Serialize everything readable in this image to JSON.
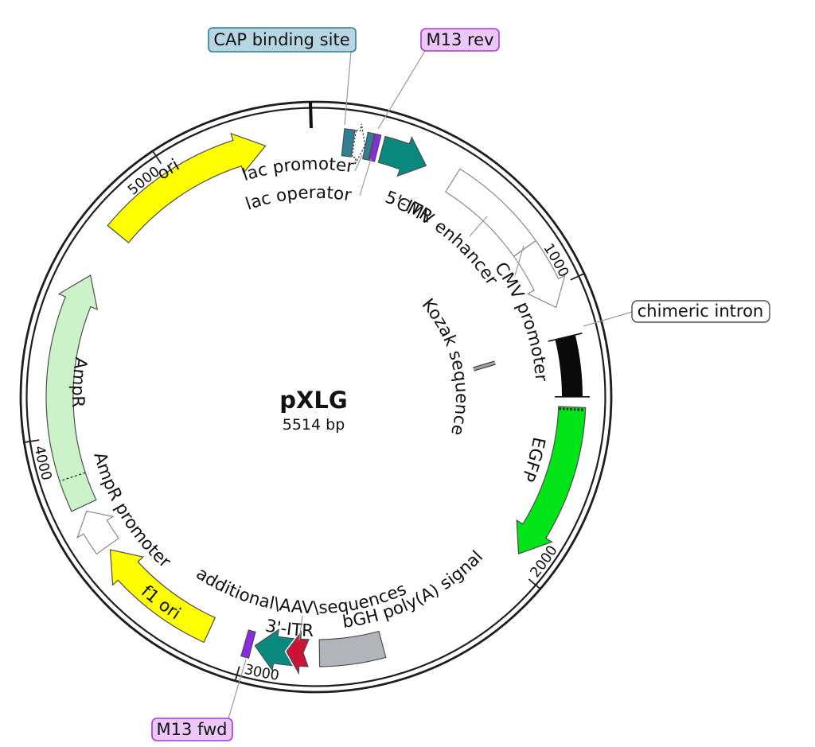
{
  "title": {
    "name": "pXLG",
    "size": "5514 bp"
  },
  "plasmid": {
    "length_bp": 5514,
    "ticks": [
      {
        "pos": 1000,
        "label": "1000"
      },
      {
        "pos": 2000,
        "label": "2000"
      },
      {
        "pos": 3000,
        "label": "3000"
      },
      {
        "pos": 4000,
        "label": "4000"
      },
      {
        "pos": 5000,
        "label": "5000"
      }
    ],
    "features": [
      {
        "key": "cap",
        "name": "CAP binding site",
        "start": 93,
        "end": 127,
        "type": "box",
        "fill": "#2F8095"
      },
      {
        "key": "lac_promoter",
        "name": "lac promoter",
        "start": 131,
        "end": 169,
        "type": "arrow",
        "head": 24,
        "fill": "#FFFFFF",
        "dashed": true
      },
      {
        "key": "lac_operator",
        "name": "lac operator",
        "start": 170,
        "end": 191,
        "type": "box",
        "fill": "#2F8095"
      },
      {
        "key": "m13_rev",
        "name": "M13 rev",
        "start": 194,
        "end": 214,
        "type": "box",
        "fill": "#8A2BE2"
      },
      {
        "key": "itr5",
        "name": "5'-ITR",
        "start": 228,
        "end": 390,
        "type": "arrow",
        "head": 80,
        "fill": "#0A8A7E"
      },
      {
        "key": "cmv_enhancer",
        "name": "CMV enhancer",
        "start": 494,
        "end": 836,
        "type": "box",
        "fill": "#FFFFFF",
        "stroke": "#8a8a8a"
      },
      {
        "key": "cmv_promoter",
        "name": "CMV promoter",
        "start": 836,
        "end": 1065,
        "type": "arrow",
        "head": 85,
        "fill": "#FFFFFF",
        "stroke": "#8a8a8a"
      },
      {
        "key": "chimeric_intron",
        "name": "chimeric intron",
        "start": 1172,
        "end": 1378,
        "type": "bar",
        "fill": "#0a0a0a"
      },
      {
        "key": "egfp",
        "name": "EGFP",
        "start": 1413,
        "end": 1957,
        "type": "arrow",
        "head": 95,
        "fill": "#00E418",
        "start_dotted": true
      },
      {
        "key": "bgh",
        "name": "bGH poly(A) signal",
        "start": 2527,
        "end": 2745,
        "type": "box",
        "fill": "#B1B5BA"
      },
      {
        "key": "itr3",
        "name": "3'-ITR",
        "start": 2827,
        "end": 2968,
        "type": "arrow",
        "head": 72,
        "fill": "#0A8A7E"
      },
      {
        "key": "aav",
        "name": "additional\\AAV\\sequences",
        "start": 2783,
        "end": 2858,
        "type": "arrow",
        "head": 46,
        "fill": "#CC1237",
        "notch": 18,
        "halo": true
      },
      {
        "key": "m13_fwd",
        "name": "M13 fwd",
        "start": 2978,
        "end": 3004,
        "type": "box",
        "fill": "#8A2BE2"
      },
      {
        "key": "f1_ori",
        "name": "f1 ori",
        "start": 3133,
        "end": 3575,
        "type": "arrow",
        "head": 95,
        "fill": "#FFFF00"
      },
      {
        "key": "ampr_promoter",
        "name": "AmpR promoter",
        "start": 3590,
        "end": 3730,
        "type": "arrow",
        "head": 62,
        "fill": "#FFFFFF",
        "stroke": "#8a8a8a"
      },
      {
        "key": "ampr",
        "name": "AmpR",
        "start": 3751,
        "end": 4570,
        "type": "arrow",
        "head": 100,
        "fill": "#CCF2CA",
        "sep_at": 3857
      },
      {
        "key": "ori",
        "name": "ori",
        "start": 4740,
        "end": 5340,
        "type": "arrow",
        "head": 100,
        "fill": "#FFFF00"
      }
    ]
  },
  "feature_labels": {
    "lac_promoter": "lac promoter",
    "lac_operator": "lac operator",
    "itr5": "5'-ITR",
    "cmv_enhancer": "CMV enhancer",
    "cmv_promoter": "CMV promoter",
    "kozak": "Kozak sequence",
    "egfp": "EGFP",
    "bgh": "bGH poly(A) signal",
    "aav": "additional\\AAV\\sequences",
    "itr3": "3'-ITR",
    "f1_ori": "f1 ori",
    "ampr_promoter": "AmpR promoter",
    "ampr": "AmpR",
    "ori": "ori"
  },
  "callouts": {
    "cap": "CAP binding site",
    "m13_rev": "M13 rev",
    "chimeric_intron": "chimeric intron",
    "m13_fwd": "M13 fwd"
  },
  "colors": {
    "backbone": "#1E1E1E",
    "teal_feature": "#0A8A7E",
    "steel_box": "#2F8095",
    "purple_feature": "#8A2BE2",
    "green_egfp": "#00E418",
    "pale_green_ampr": "#CCF2CA",
    "yellow_ori": "#FFFF00",
    "gray_bgh": "#B1B5BA",
    "red_aav": "#CC1237",
    "cap_box_fill": "#B6D6E2",
    "cap_box_border": "#2E7F95",
    "m13_box_fill": "#ECC7F8",
    "m13_box_border": "#A43AD8"
  }
}
